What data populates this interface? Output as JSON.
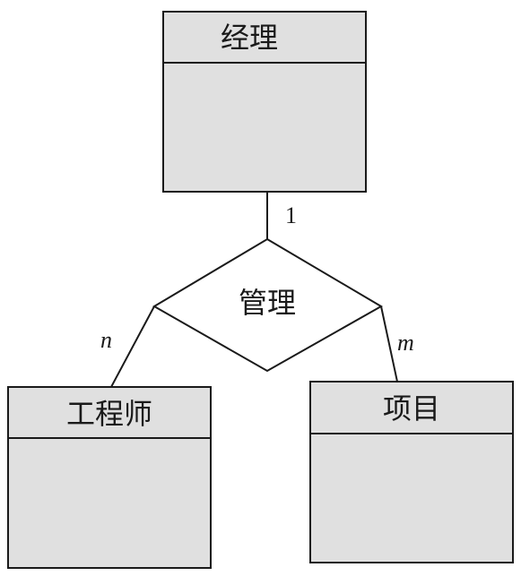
{
  "entities": {
    "manager": {
      "name": "经理"
    },
    "engineer": {
      "name": "工程师"
    },
    "project": {
      "name": "项目"
    }
  },
  "relationship": {
    "name": "管理",
    "cardinality": {
      "manager": "1",
      "engineer": "n",
      "project": "m"
    }
  },
  "colors": {
    "entity_fill": "#e0e0e0",
    "stroke": "#1a1a1a",
    "relationship_fill": "#ffffff"
  }
}
